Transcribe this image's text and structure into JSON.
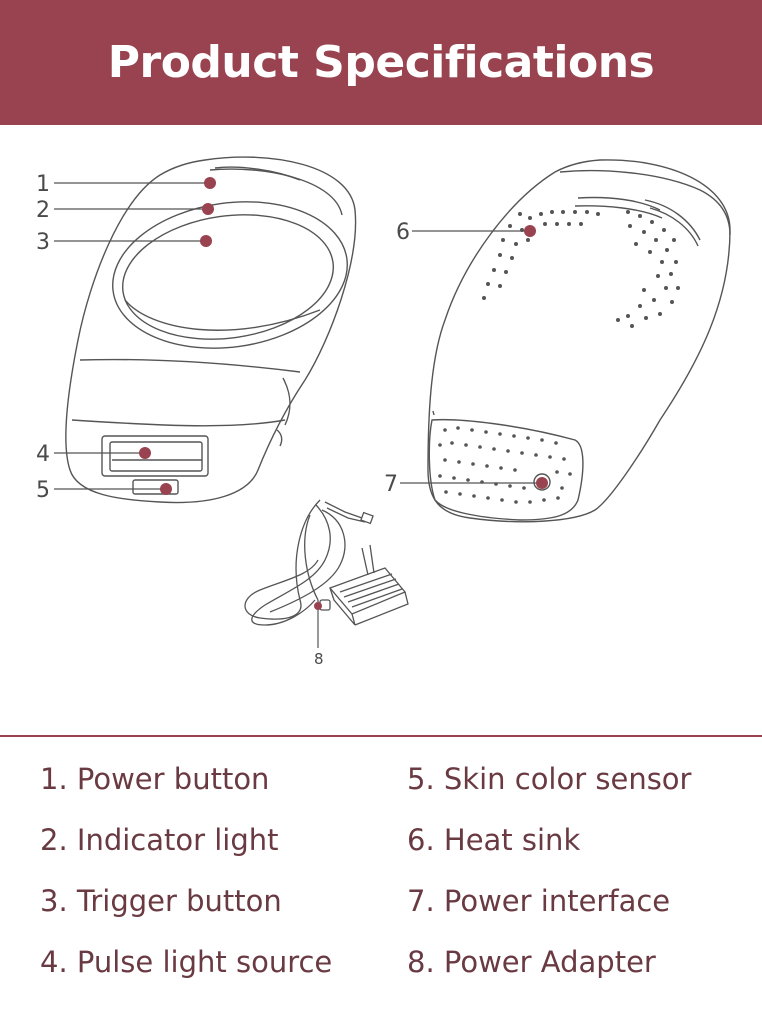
{
  "header": {
    "title": "Product Specifications"
  },
  "callouts": {
    "c1": "1",
    "c2": "2",
    "c3": "3",
    "c4": "4",
    "c5": "5",
    "c6": "6",
    "c7": "7",
    "c8": "8"
  },
  "legend": {
    "left": [
      "1. Power button",
      "2. Indicator light",
      "3. Trigger button",
      "4. Pulse light source"
    ],
    "right": [
      "5. Skin color sensor",
      "6. Heat sink",
      "7. Power interface",
      "8. Power Adapter"
    ]
  },
  "colors": {
    "accent": "#98434f",
    "line": "#555555",
    "text": "#6a3a42"
  }
}
